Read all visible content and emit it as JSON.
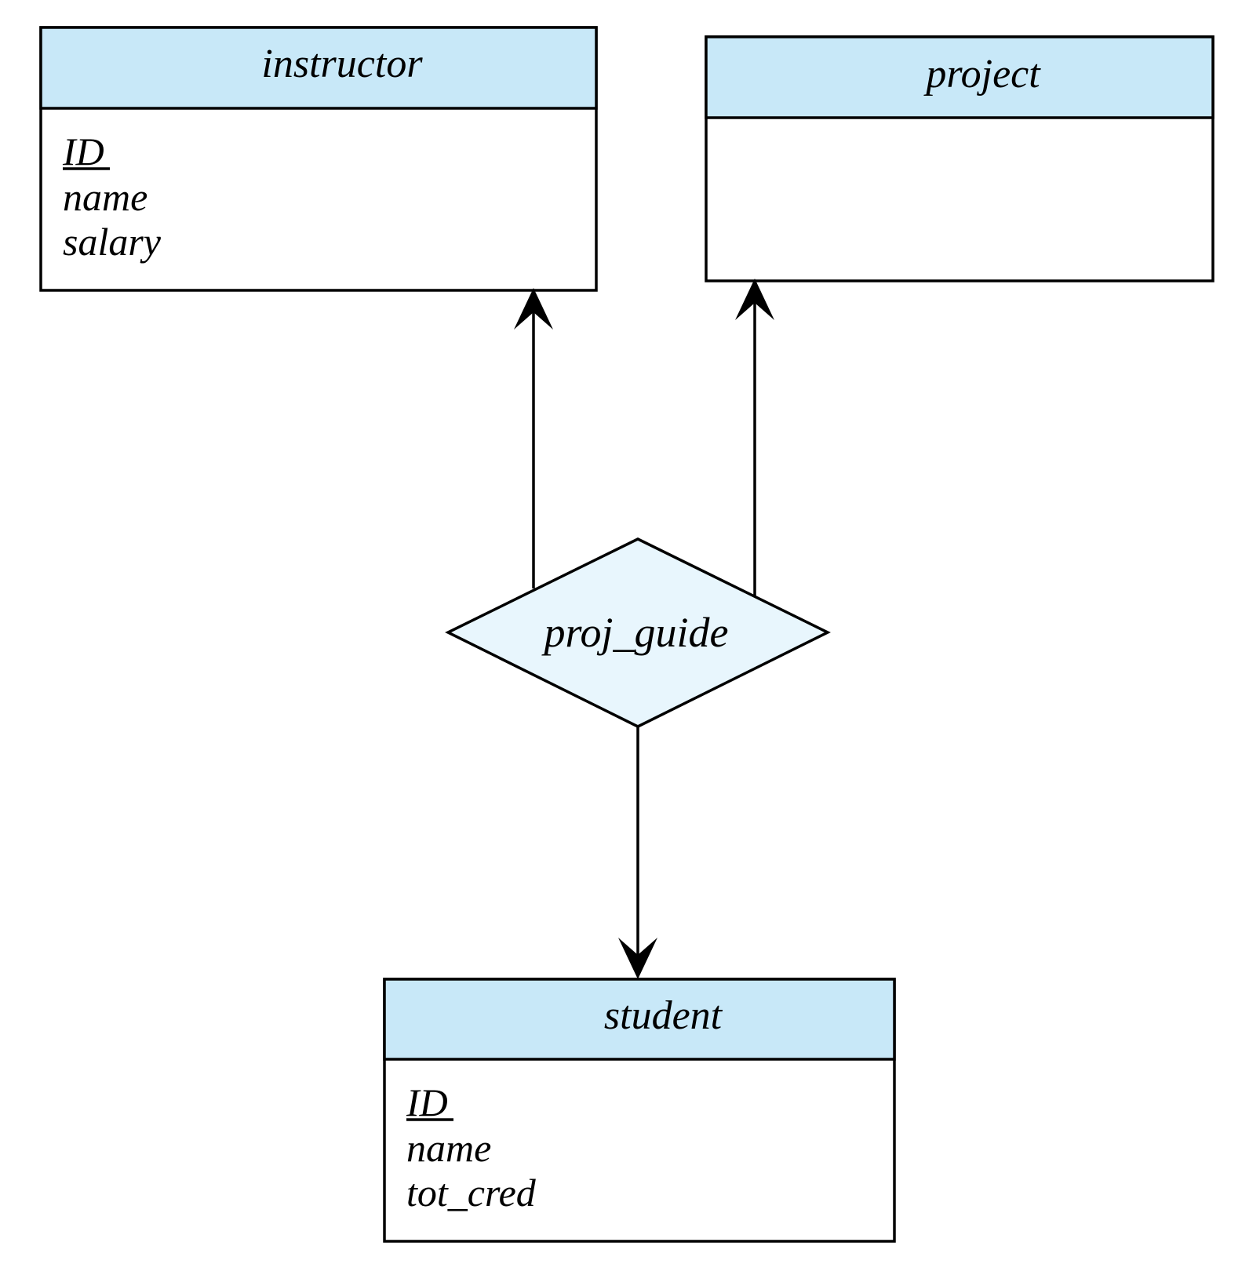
{
  "colors": {
    "entity_header": "#c8e8f8",
    "relationship_fill": "#e8f6fd",
    "stroke": "#000000",
    "background": "#ffffff"
  },
  "entities": {
    "instructor": {
      "name": "instructor",
      "attributes": [
        {
          "text": "ID",
          "primary_key": true
        },
        {
          "text": "name",
          "primary_key": false
        },
        {
          "text": "salary",
          "primary_key": false
        }
      ]
    },
    "project": {
      "name": "project",
      "attributes": []
    },
    "student": {
      "name": "student",
      "attributes": [
        {
          "text": "ID",
          "primary_key": true
        },
        {
          "text": "name",
          "primary_key": false
        },
        {
          "text": "tot_cred",
          "primary_key": false
        }
      ]
    }
  },
  "relationship": {
    "name": "proj_guide",
    "connections": [
      {
        "entity": "instructor",
        "arrow": true
      },
      {
        "entity": "project",
        "arrow": true
      },
      {
        "entity": "student",
        "arrow": true
      }
    ]
  }
}
